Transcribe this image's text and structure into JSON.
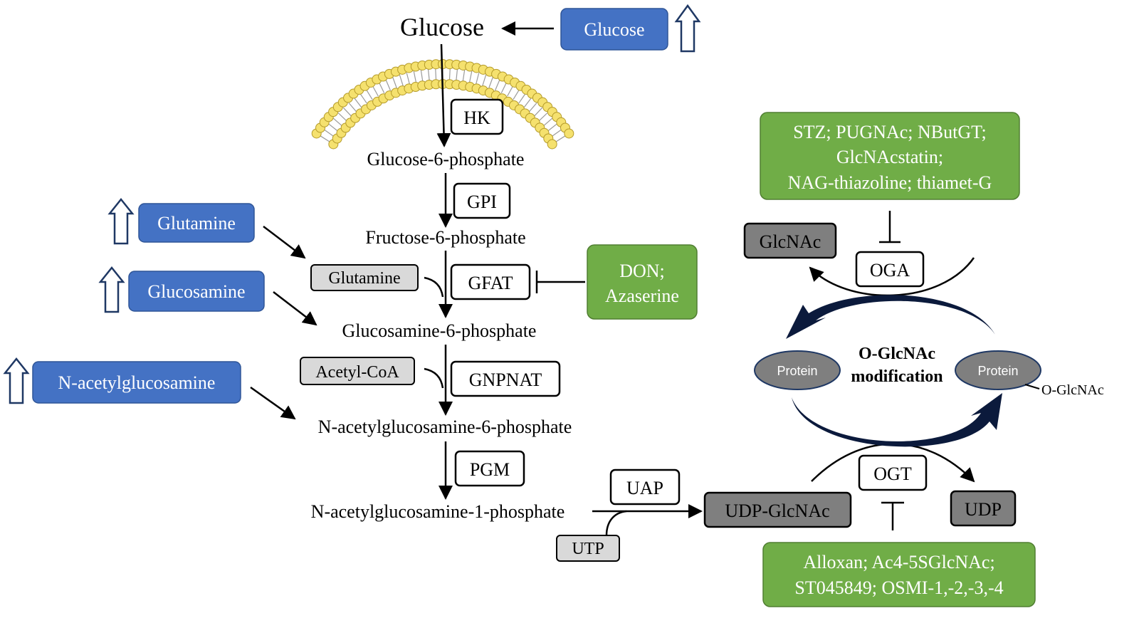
{
  "metabolites": {
    "glucose": "Glucose",
    "g6p": "Glucose-6-phosphate",
    "f6p": "Fructose-6-phosphate",
    "gln6p": "Glucosamine-6-phosphate",
    "nag6p": "N-acetylglucosamine-6-phosphate",
    "nag1p": "N-acetylglucosamine-1-phosphate"
  },
  "enzymes": {
    "hk": "HK",
    "gpi": "GPI",
    "gfat": "GFAT",
    "gnpnat": "GNPNAT",
    "pgm": "PGM",
    "uap": "UAP",
    "oga": "OGA",
    "ogt": "OGT"
  },
  "substrates": {
    "glutamine": "Glutamine",
    "acetyl_coa": "Acetyl-CoA",
    "utp": "UTP"
  },
  "inputs": {
    "glucose": "Glucose",
    "glutamine": "Glutamine",
    "glucosamine": "Glucosamine",
    "nacetylglucosamine": "N-acetylglucosamine"
  },
  "inhibitors": {
    "gfat_line1": "DON;",
    "gfat_line2": "Azaserine",
    "oga_line1": "STZ; PUGNAc; NButGT;",
    "oga_line2": "GlcNAcstatin;",
    "oga_line3": "NAG-thiazoline; thiamet-G",
    "ogt_line1": "Alloxan; Ac4-5SGlcNAc;",
    "ogt_line2": "ST045849; OSMI-1,-2,-3,-4"
  },
  "products": {
    "udp_glcnac": "UDP-GlcNAc",
    "glcnac": "GlcNAc",
    "udp": "UDP"
  },
  "cycle": {
    "protein_left": "Protein",
    "protein_right": "Protein",
    "title_line1": "O-GlcNAc",
    "title_line2": "modification",
    "tag": "O-GlcNAc"
  },
  "colors": {
    "blue_box": "#4472c4",
    "green_box": "#70ad47",
    "light_gray": "#d9d9d9",
    "dark_gray": "#7f7f7f",
    "protein": "#7f7f7f",
    "cycle_arrow": "#0b1a3c",
    "up_arrow": "#1f3864",
    "lipid_head": "#f5e16e"
  }
}
